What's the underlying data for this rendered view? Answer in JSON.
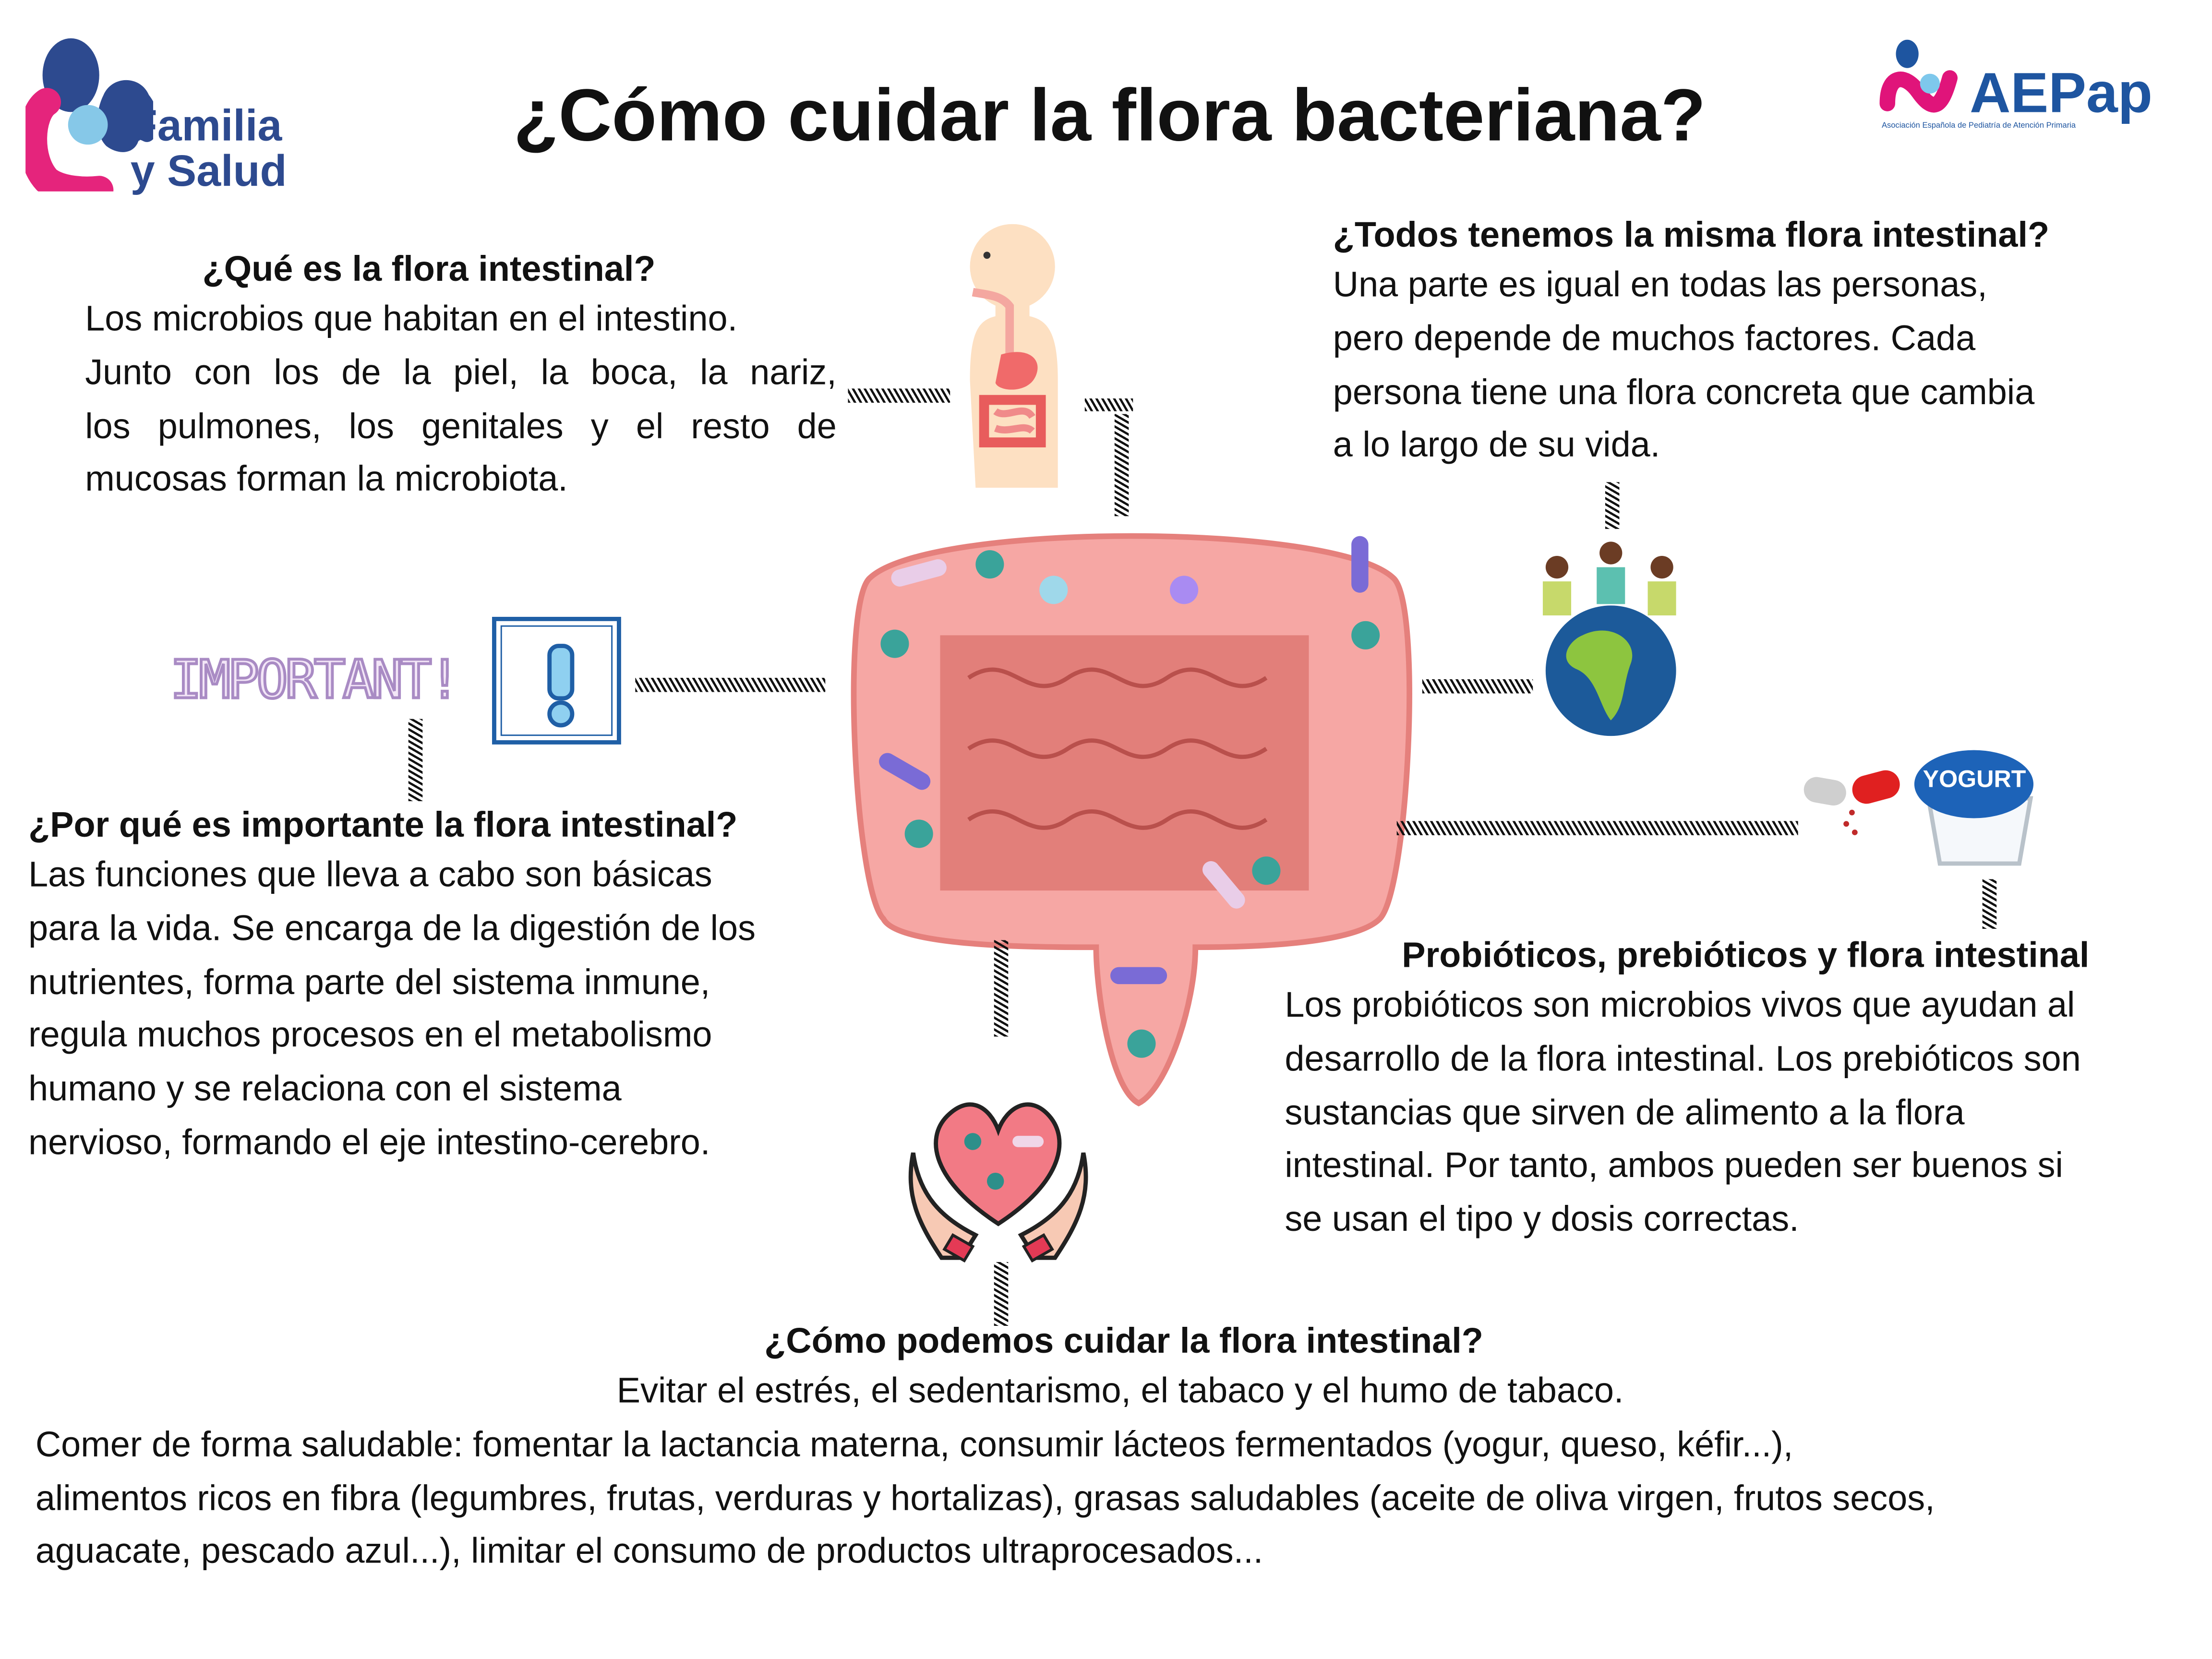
{
  "title": "¿Cómo cuidar la flora bacteriana?",
  "logos": {
    "left": {
      "line1": "Familia",
      "line2": "y Salud"
    },
    "right": {
      "name": "AEPap",
      "subtitle": "Asociación Española de Pediatría de Atención Primaria"
    }
  },
  "important_label": "IMPORTANT!",
  "yogurt_label": "YOGURT",
  "sections": {
    "que_es": {
      "heading": "¿Qué es la flora intestinal?",
      "lines": [
        "Los microbios que habitan en el intestino.",
        "Junto con los de la piel, la boca, la nariz,",
        "los pulmones, los genitales y el resto de",
        "mucosas forman la microbiota."
      ]
    },
    "todos": {
      "heading": "¿Todos tenemos la misma flora intestinal?",
      "lines": [
        "Una parte es igual en todas las personas,",
        "pero depende de muchos factores. Cada",
        "persona tiene una flora concreta que cambia",
        "a lo largo de su vida."
      ]
    },
    "por_que": {
      "heading": "¿Por qué es importante la flora intestinal?",
      "lines": [
        "Las funciones que lleva a cabo son básicas",
        "para la vida. Se encarga de la digestión de los",
        "nutrientes, forma parte del sistema inmune,",
        "regula muchos procesos en el metabolismo",
        "humano y se relaciona con el sistema",
        "nervioso, formando el eje intestino-cerebro."
      ]
    },
    "probioticos": {
      "heading": "Probióticos, prebióticos y flora intestinal",
      "lines": [
        "Los probióticos son microbios vivos que ayudan al",
        "desarrollo de la flora intestinal. Los prebióticos son",
        "sustancias que sirven de alimento a la flora",
        "intestinal. Por tanto, ambos pueden ser buenos si",
        "se usan el tipo y dosis correctas."
      ]
    },
    "como": {
      "heading": "¿Cómo podemos cuidar la flora intestinal?",
      "centered_line": "Evitar el estrés, el sedentarismo, el tabaco y el humo de tabaco.",
      "lines": [
        "Comer de forma saludable: fomentar la lactancia materna, consumir lácteos fermentados (yogur, queso, kéfir...),",
        "alimentos ricos en fibra (legumbres, frutas, verduras y hortalizas), grasas saludables (aceite de oliva virgen, frutos secos,",
        "aguacate, pescado azul...), limitar el consumo de productos ultraprocesados..."
      ]
    }
  },
  "colors": {
    "navy": "#2d4a8f",
    "pink": "#e5247c",
    "lightblue": "#86c8e8",
    "intestine": "#f29b9b",
    "intestine_dark": "#d86f6f"
  }
}
